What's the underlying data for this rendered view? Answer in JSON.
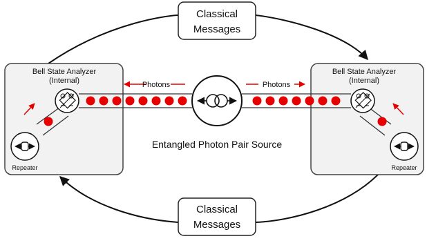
{
  "top_box": {
    "line1": "Classical",
    "line2": "Messages"
  },
  "bottom_box": {
    "line1": "Classical",
    "line2": "Messages"
  },
  "left_node": {
    "title_line1": "Bell State Analyzer",
    "title_line2": "(Internal)",
    "repeater_label": "Repeater"
  },
  "right_node": {
    "title_line1": "Bell State Analyzer",
    "title_line2": "(Internal)",
    "repeater_label": "Repeater"
  },
  "left_photons_label": "Photons",
  "right_photons_label": "Photons",
  "source_label": "Entangled Photon Pair Source",
  "colors": {
    "photon": "#e60000",
    "arrow_red": "#e60000",
    "node_fill": "#f2f2f2",
    "stroke": "#222222"
  },
  "icons": {
    "source": "entangled-source-icon",
    "analyzer": "bell-state-analyzer-icon",
    "repeater": "repeater-icon"
  }
}
